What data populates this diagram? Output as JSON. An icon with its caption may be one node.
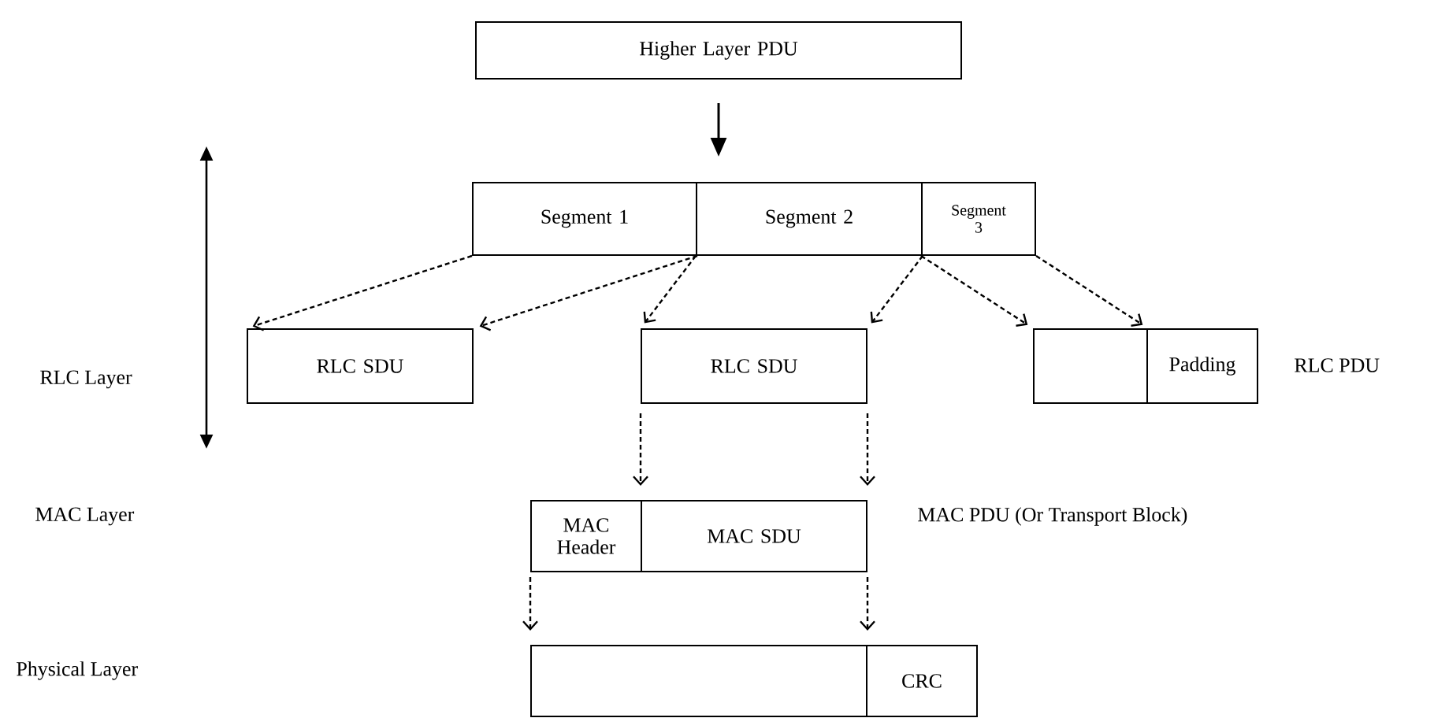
{
  "diagram": {
    "nodes": [
      {
        "text": [
          "Higher Layer PDU"
        ]
      },
      {
        "text": [
          "Segment 1"
        ]
      },
      {
        "text": [
          "Segment 2"
        ]
      },
      {
        "text": [
          "Segment 3"
        ]
      },
      {
        "text": [
          "RLC SDU"
        ]
      },
      {
        "text": [
          "RLC SDU"
        ]
      },
      {
        "text": [],
        "shape": "box"
      },
      {
        "text": [
          "Padding"
        ]
      },
      {
        "text": [
          "MAC Header"
        ]
      },
      {
        "text": [
          "MAC  SDU"
        ]
      },
      {
        "text": [],
        "shape": "box"
      },
      {
        "text": [
          "CRC"
        ]
      }
    ],
    "edges": [
      {
        "from": 0,
        "to": 2,
        "arrow": "to"
      },
      {
        "from": 1,
        "to": 4,
        "arrow": "to",
        "style": "dashed"
      },
      {
        "from": 1,
        "to": 4,
        "arrow": "to",
        "style": "dashed"
      },
      {
        "from": 2,
        "to": 5,
        "arrow": "to",
        "style": "dashed"
      },
      {
        "from": 2,
        "to": 5,
        "arrow": "to",
        "style": "dashed"
      },
      {
        "from": 3,
        "to": 6,
        "arrow": "to",
        "style": "dashed"
      },
      {
        "from": 3,
        "to": 6,
        "arrow": "to",
        "style": "dashed"
      },
      {
        "from": 5,
        "to": 9,
        "arrow": "to",
        "style": "dashed"
      },
      {
        "from": 5,
        "to": 9,
        "arrow": "to",
        "style": "dashed"
      },
      {
        "from": 8,
        "to": 10,
        "arrow": "to",
        "style": "dashed"
      },
      {
        "from": 9,
        "to": 10,
        "arrow": "to",
        "style": "dashed"
      }
    ],
    "labels": [
      "RLC Layer",
      "RLC PDU",
      "MAC Layer",
      "MAC PDU (Or Transport Block)",
      "Physical Layer"
    ]
  }
}
